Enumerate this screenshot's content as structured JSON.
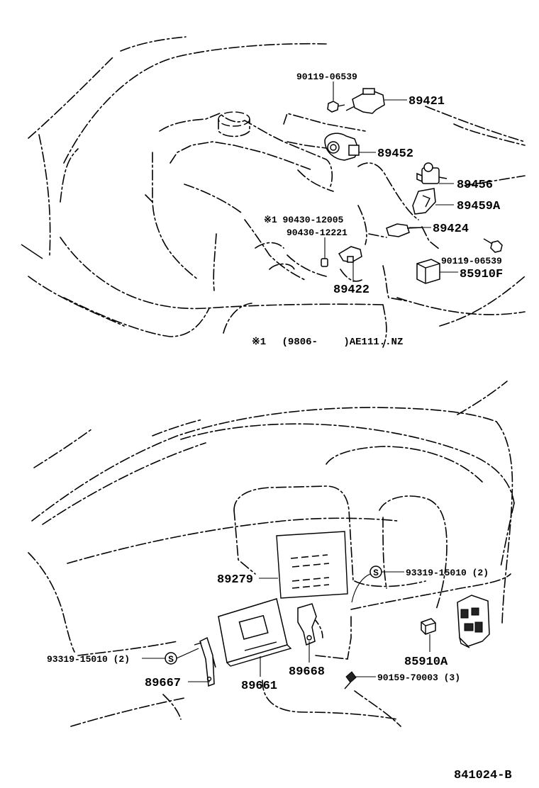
{
  "labels": {
    "p90119_top": "90119-06539",
    "p89421": "89421",
    "p89452": "89452",
    "p89456": "89456",
    "p89459A": "89459A",
    "p90430a": "※1 90430-12005",
    "p90430b": "90430-12221",
    "p89424": "89424",
    "p90119_right": "90119-06539",
    "p85910F": "85910F",
    "p89422": "89422",
    "note": "※1　 (9806-　　 )AE111..NZ",
    "p89279": "89279",
    "p93319_right": "93319-15010 (2)",
    "p93319_left": "93319-15010 (2)",
    "s_symbol": "S",
    "p85910A": "85910A",
    "p89668": "89668",
    "p89667": "89667",
    "p89661": "89661",
    "p90159": "90159-70003 (3)",
    "diagram_id": "841024-B"
  }
}
